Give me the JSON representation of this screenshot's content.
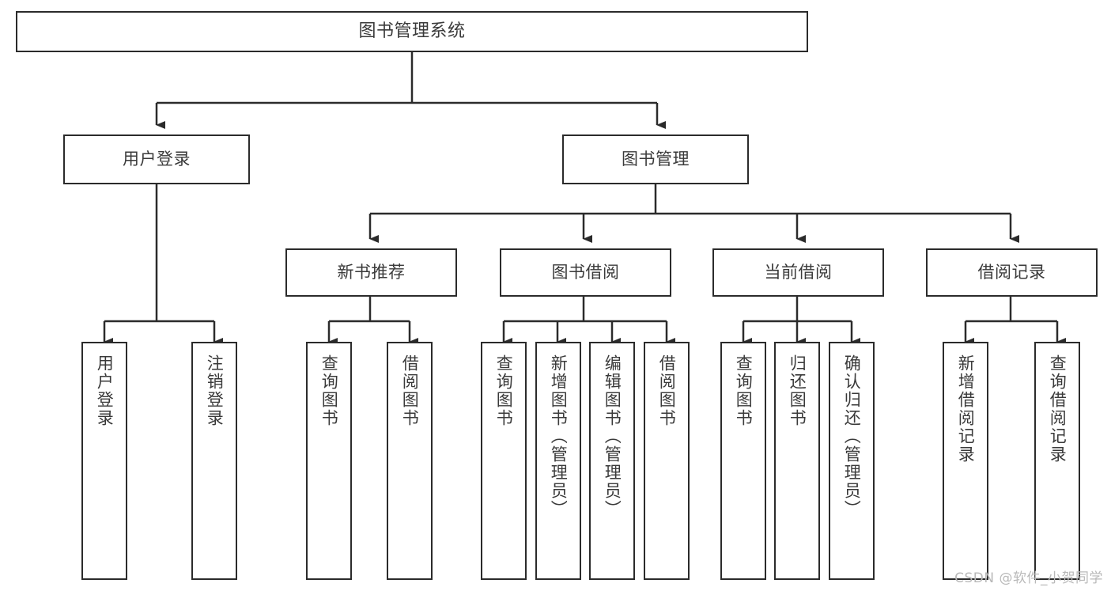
{
  "diagram": {
    "title": "图书管理系统",
    "type": "hierarchy-tree",
    "stroke_color": "#2b2b2b",
    "text_color": "#3a3a3a",
    "background_color": "#ffffff",
    "watermark": "CSDN @软件_小贺同学"
  },
  "root": {
    "label": "图书管理系统"
  },
  "level2": [
    {
      "label": "用户登录"
    },
    {
      "label": "图书管理"
    }
  ],
  "level3": [
    {
      "label": "新书推荐"
    },
    {
      "label": "图书借阅"
    },
    {
      "label": "当前借阅"
    },
    {
      "label": "借阅记录"
    }
  ],
  "leaves": {
    "user_login": [
      {
        "label": "用户登录"
      },
      {
        "label": "注销登录"
      }
    ],
    "new_book_recommend": [
      {
        "label": "查询图书"
      },
      {
        "label": "借阅图书"
      }
    ],
    "book_borrow": [
      {
        "label": "查询图书"
      },
      {
        "label": "新增图书（管理员）"
      },
      {
        "label": "编辑图书（管理员）"
      },
      {
        "label": "借阅图书"
      }
    ],
    "current_borrow": [
      {
        "label": "查询图书"
      },
      {
        "label": "归还图书"
      },
      {
        "label": "确认归还（管理员）"
      }
    ],
    "borrow_record": [
      {
        "label": "新增借阅记录"
      },
      {
        "label": "查询借阅记录"
      }
    ]
  }
}
